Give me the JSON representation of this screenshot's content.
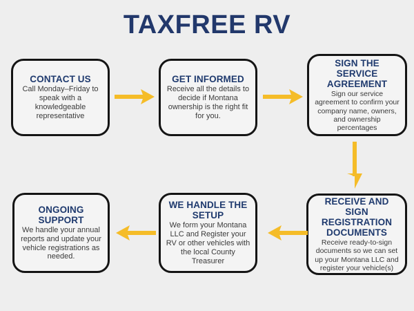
{
  "theme": {
    "background": "#eeeeee",
    "node_fill": "#f4f4f4",
    "node_border": "#141414",
    "title_color": "#22386b",
    "heading_color": "#1f3a6e",
    "body_color": "#3a3a3a",
    "arrow_color": "#f5bc28"
  },
  "header": {
    "title": "TAXFREE RV"
  },
  "chart_data": {
    "type": "diagram",
    "diagram_kind": "process-flowchart",
    "title": "TAXFREE RV",
    "direction": "left-to-right top row, down, right-to-left bottom row",
    "node_count": 6,
    "nodes": [
      {
        "id": 1,
        "title": "CONTACT US",
        "body": "Call Monday–Friday to speak with a knowledgeable representative"
      },
      {
        "id": 2,
        "title": "GET INFORMED",
        "body": "Receive all the details to decide if Montana ownership is the right fit for you."
      },
      {
        "id": 3,
        "title": "SIGN THE SERVICE AGREEMENT",
        "body": "Sign our service agreement to confirm your company name, owners, and ownership percentages"
      },
      {
        "id": 4,
        "title": "RECEIVE AND SIGN REGISTRATION DOCUMENTS",
        "body": "Receive ready-to-sign documents so we can set up your Montana LLC and register your vehicle(s)"
      },
      {
        "id": 5,
        "title": "WE HANDLE THE SETUP",
        "body": "We form your Montana LLC and Register your RV or other vehicles with the local County Treasurer"
      },
      {
        "id": 6,
        "title": "ONGOING SUPPORT",
        "body": "We handle your annual reports and update your vehicle registrations as needed."
      }
    ],
    "edges": [
      {
        "from": 1,
        "to": 2,
        "direction": "right"
      },
      {
        "from": 2,
        "to": 3,
        "direction": "right"
      },
      {
        "from": 3,
        "to": 4,
        "direction": "down"
      },
      {
        "from": 4,
        "to": 5,
        "direction": "left"
      },
      {
        "from": 5,
        "to": 6,
        "direction": "left"
      }
    ]
  }
}
